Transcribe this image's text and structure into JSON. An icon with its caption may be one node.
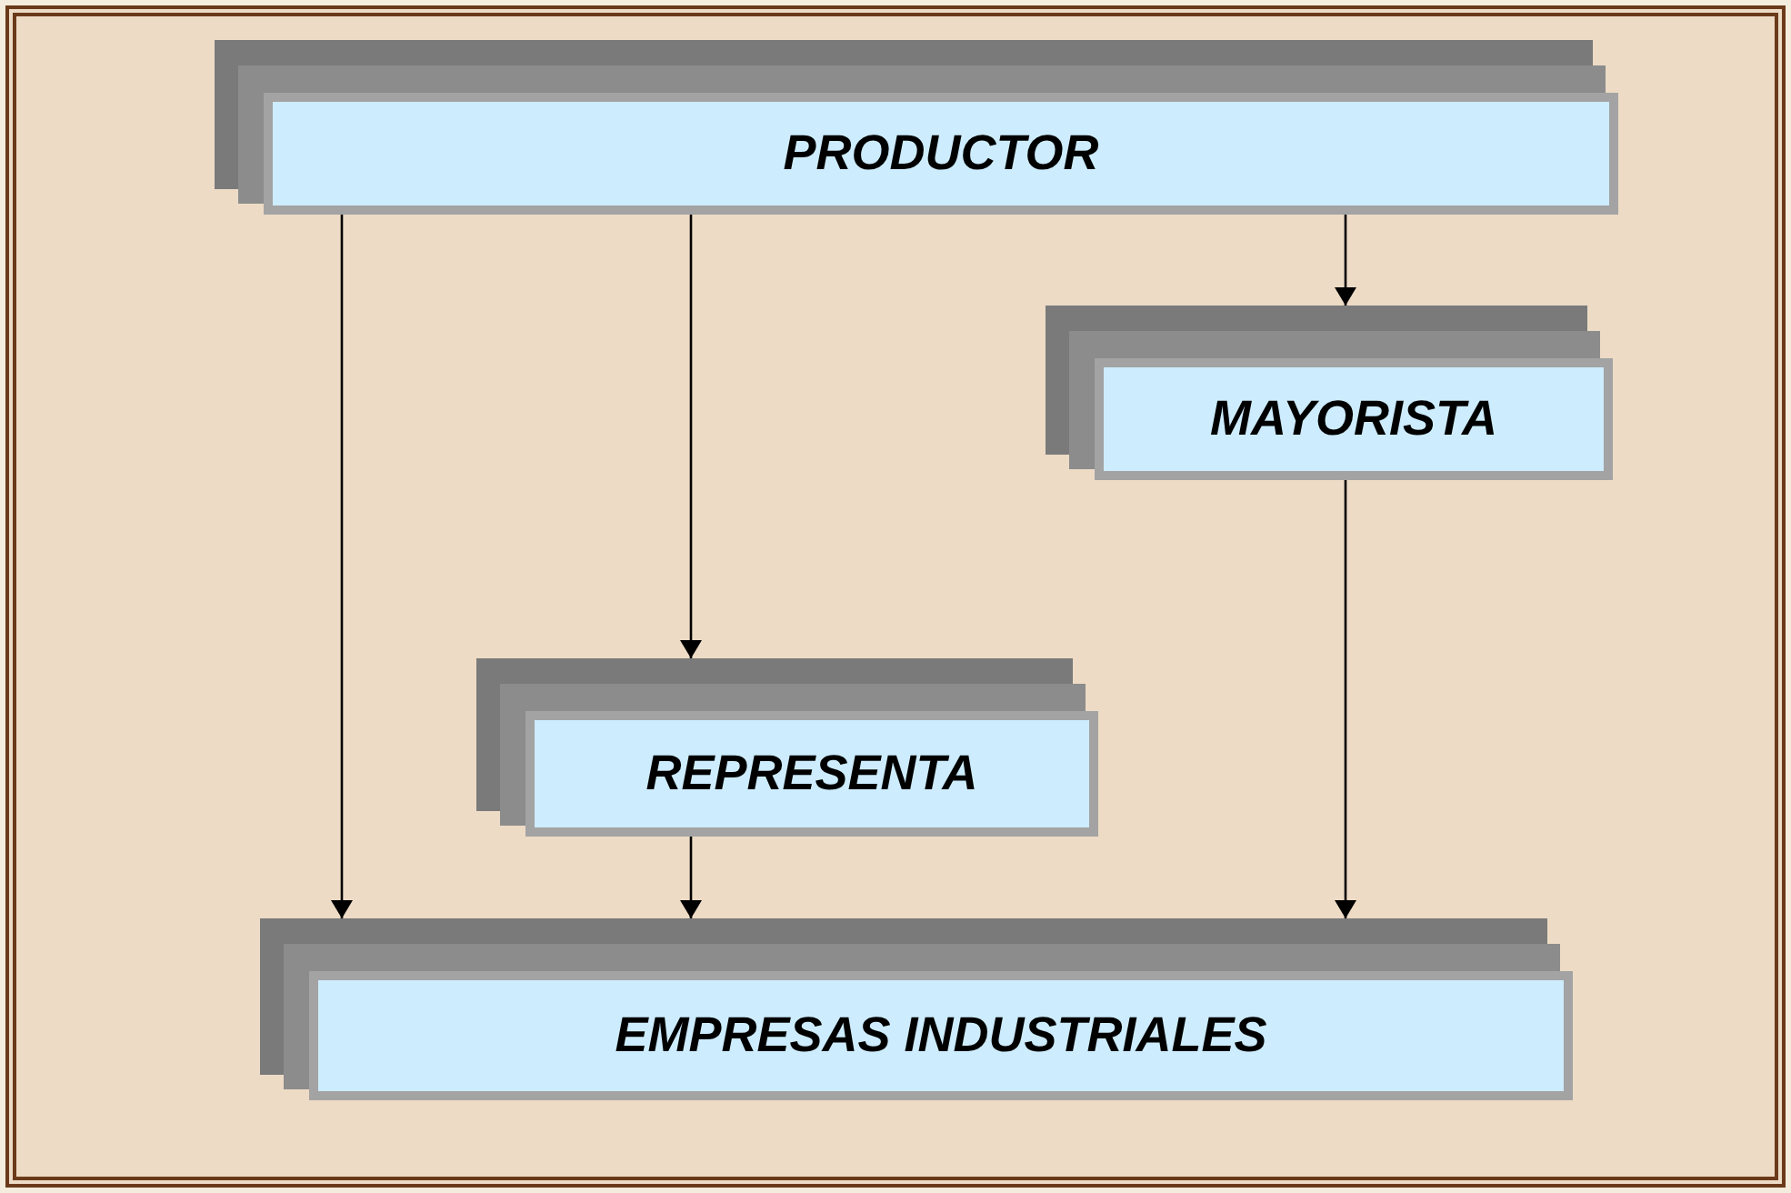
{
  "diagram": {
    "nodes": [
      {
        "text": [
          "PRODUCTOR"
        ]
      },
      {
        "text": [
          "MAYORISTA"
        ]
      },
      {
        "text": [
          "REPRESENTA"
        ]
      },
      {
        "text": [
          "EMPRESAS INDUSTRIALES"
        ]
      }
    ],
    "edges": [
      {
        "from": 0,
        "to": 3,
        "arrow": "to"
      },
      {
        "from": 0,
        "to": 2,
        "arrow": "to"
      },
      {
        "from": 0,
        "to": 1,
        "arrow": "to"
      },
      {
        "from": 2,
        "to": 3,
        "arrow": "to"
      },
      {
        "from": 1,
        "to": 3,
        "arrow": "to"
      }
    ]
  }
}
